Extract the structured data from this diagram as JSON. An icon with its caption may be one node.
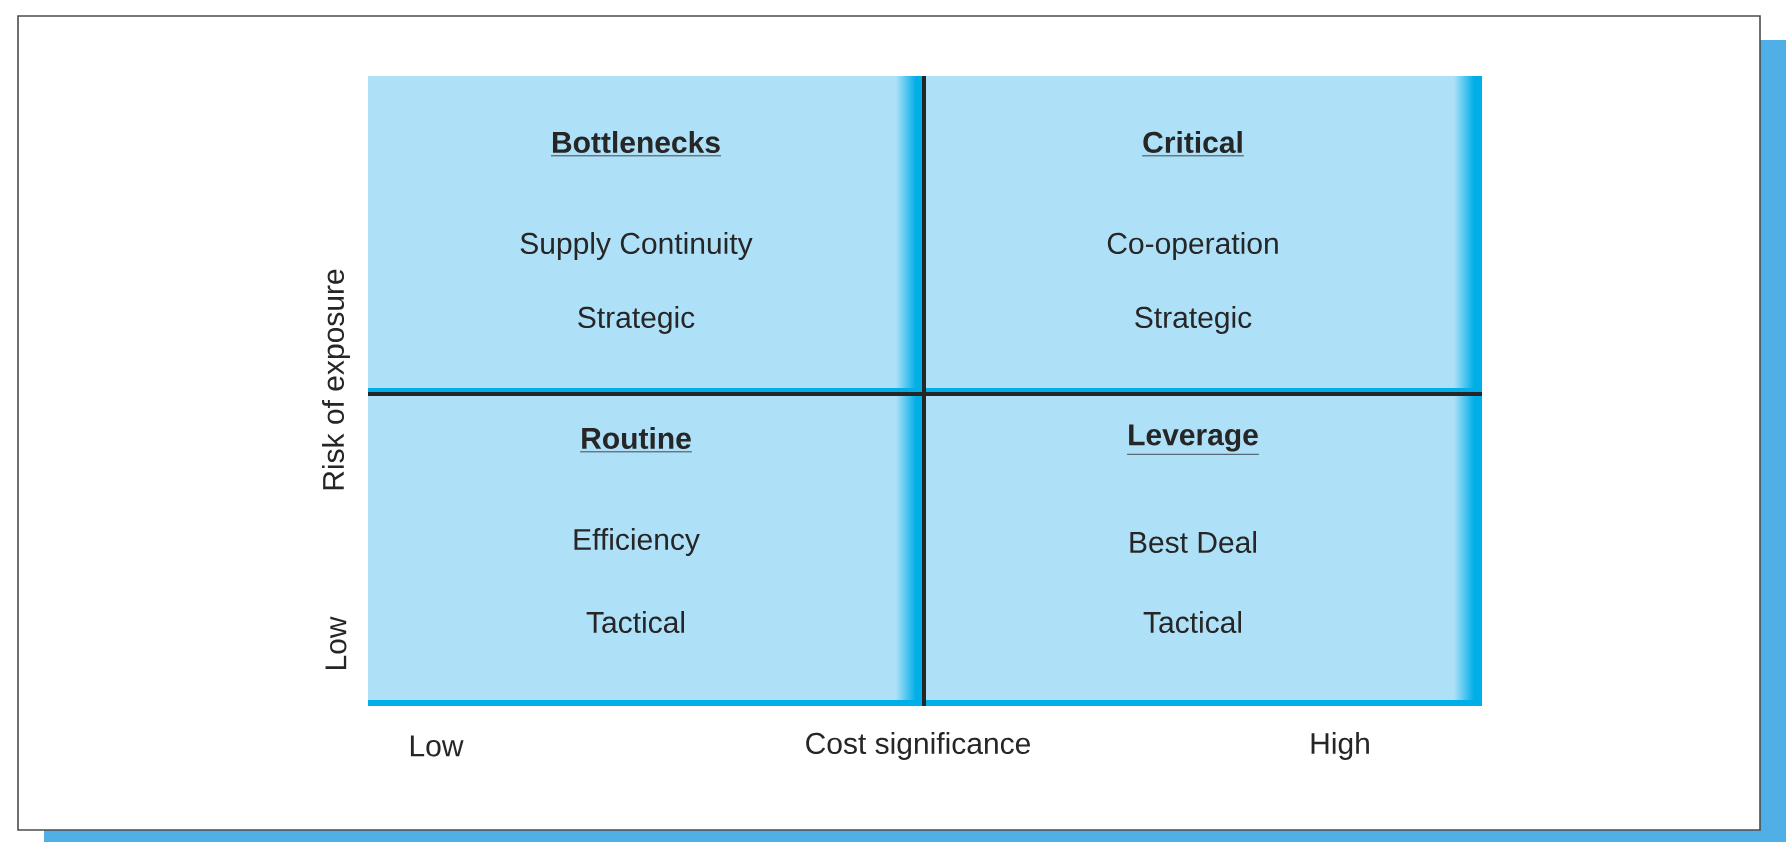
{
  "diagram": {
    "nodes": [
      {
        "text": [
          "Bottlenecks",
          "Supply Continuity",
          "Strategic"
        ]
      },
      {
        "text": [
          "Critical",
          "Co-operation",
          "Strategic"
        ]
      },
      {
        "text": [
          "Routine",
          "Efficiency",
          "Tactical"
        ]
      },
      {
        "text": [
          "Leverage",
          "Best Deal",
          "Tactical"
        ]
      }
    ],
    "labels": [
      "Risk of exposure",
      "Low",
      "Low",
      "Cost significance",
      "High"
    ]
  }
}
